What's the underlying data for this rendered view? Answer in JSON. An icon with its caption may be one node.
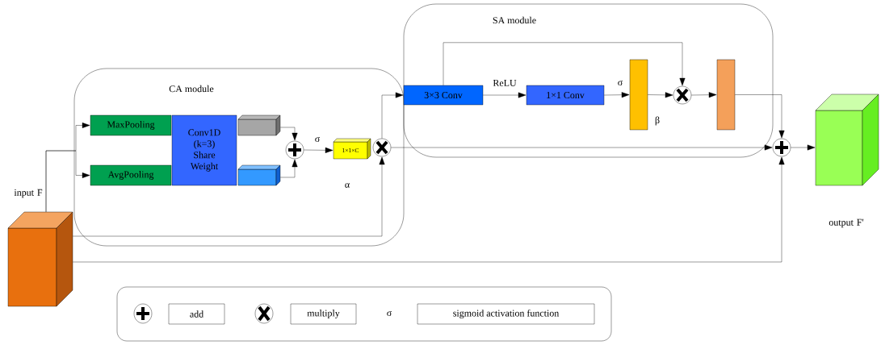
{
  "diagram": {
    "nodes": [
      {
        "text": [
          "CA module"
        ]
      },
      {
        "text": [
          "SA module"
        ]
      },
      {
        "text": [
          "input F"
        ]
      },
      {
        "text": [
          "MaxPooling"
        ],
        "in": 0
      },
      {
        "text": [
          "AvgPooling"
        ],
        "in": 0
      },
      {
        "text": [
          "Conv1D (k=3) Share Weight"
        ],
        "in": 0
      },
      {
        "text": [],
        "shape": "box",
        "in": 0
      },
      {
        "text": [],
        "shape": "box",
        "in": 0
      },
      {
        "text": [],
        "shape": "circle",
        "in": 0
      },
      {
        "text": [
          "1×1×C"
        ],
        "beside": [
          "α"
        ],
        "in": 0
      },
      {
        "text": [],
        "shape": "circle",
        "in": 0
      },
      {
        "text": [
          "3×3 Conv"
        ],
        "in": 1
      },
      {
        "text": [
          "1×1 Conv"
        ],
        "in": 1
      },
      {
        "text": [],
        "shape": "bar",
        "beside": [
          "β"
        ],
        "in": 1
      },
      {
        "text": [],
        "shape": "circle",
        "in": 1
      },
      {
        "text": [],
        "shape": "bar",
        "in": 1
      },
      {
        "text": [],
        "shape": "circle"
      },
      {
        "text": [
          "output F'"
        ]
      }
    ],
    "edges": [
      {
        "from": 2,
        "to": 3,
        "arrow": "to"
      },
      {
        "from": 2,
        "to": 4,
        "arrow": "to"
      },
      {
        "from": 6,
        "to": 8,
        "arrow": "to"
      },
      {
        "from": 7,
        "to": 8,
        "arrow": "to"
      },
      {
        "from": 8,
        "to": 9,
        "arrow": "to",
        "label": "σ"
      },
      {
        "from": 2,
        "to": 10,
        "arrow": "to"
      },
      {
        "from": 10,
        "to": 11,
        "arrow": "to"
      },
      {
        "from": 10,
        "to": 16,
        "arrow": "to"
      },
      {
        "from": 11,
        "to": 14,
        "arrow": "to"
      },
      {
        "from": 11,
        "to": 12,
        "arrow": "to",
        "label": "ReLU"
      },
      {
        "from": 12,
        "to": 13,
        "arrow": "to",
        "label": "σ"
      },
      {
        "from": 13,
        "to": 14,
        "arrow": "to"
      },
      {
        "from": 14,
        "to": 15,
        "arrow": "to"
      },
      {
        "from": 15,
        "to": 16,
        "arrow": "to"
      },
      {
        "from": 2,
        "to": 16,
        "arrow": "to"
      },
      {
        "from": 16,
        "to": 17,
        "arrow": "to"
      }
    ],
    "labels": [
      "σ"
    ],
    "legend": [
      {
        "text": "add"
      },
      {
        "text": "multiply"
      },
      {
        "text": "sigmoid activation function"
      }
    ]
  }
}
